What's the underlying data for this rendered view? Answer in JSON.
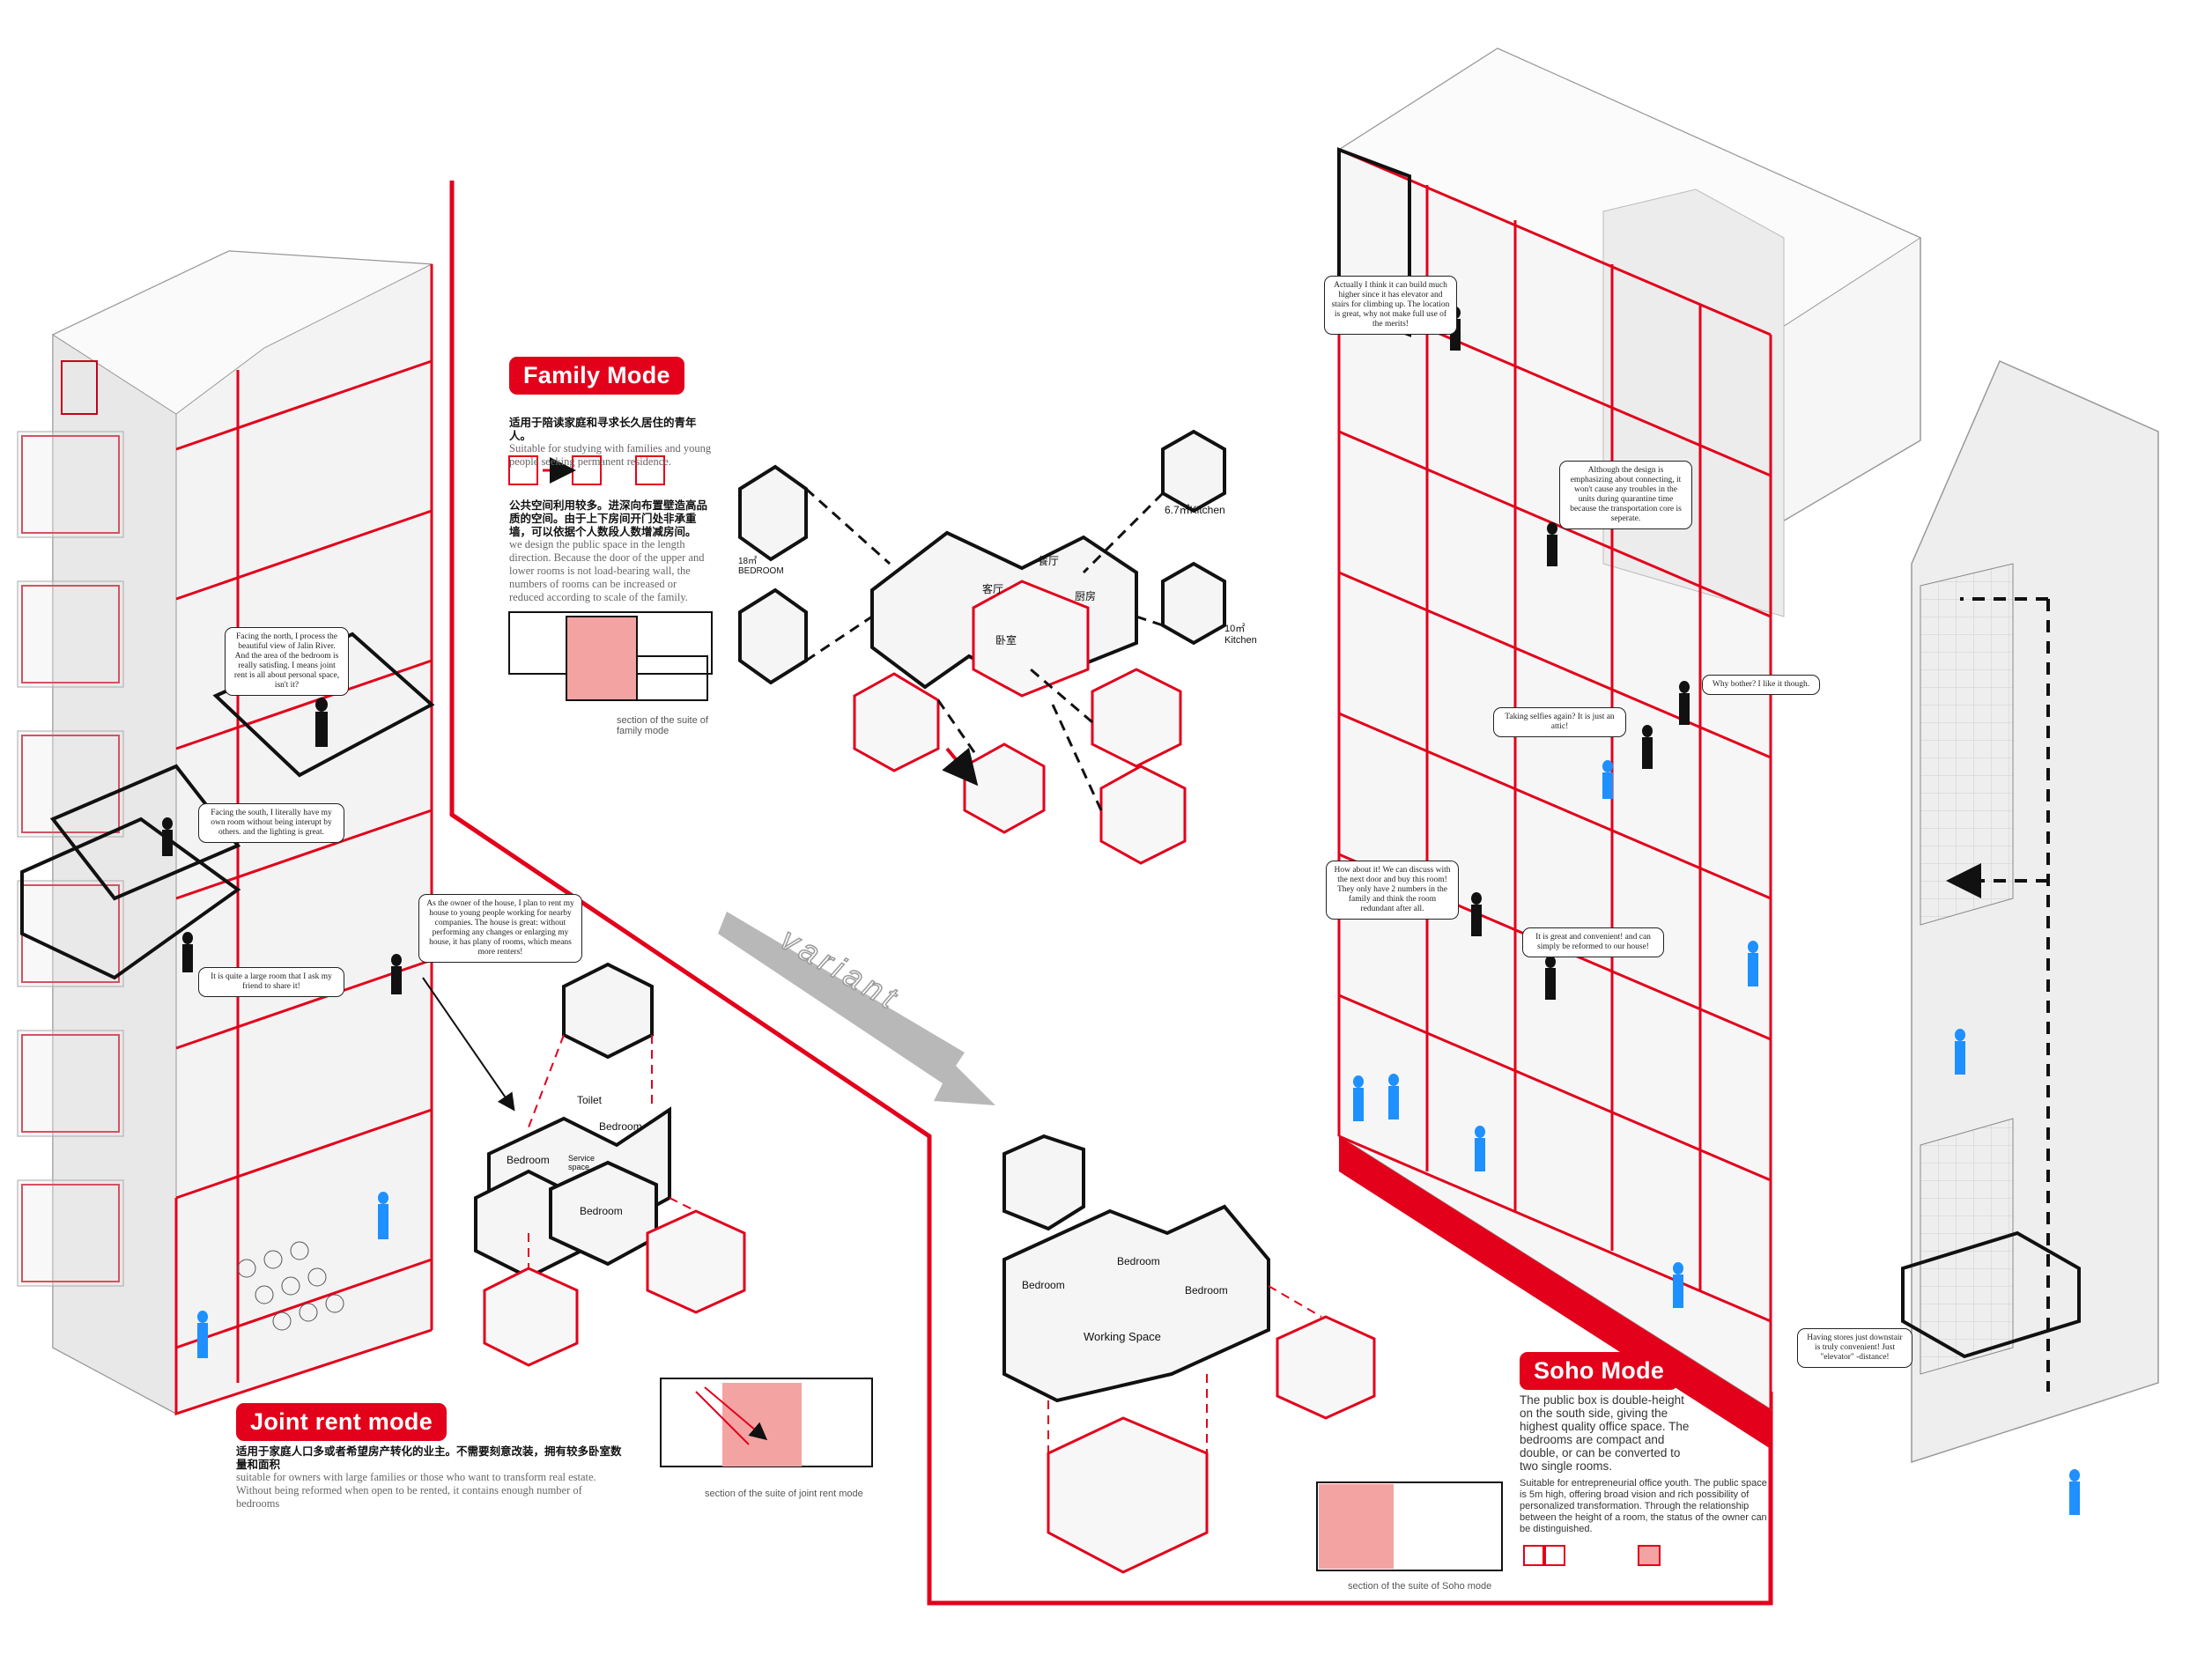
{
  "modes": {
    "family": {
      "title": "Family Mode",
      "cn_intro": "适用于陪读家庭和寻求长久居住的青年人。",
      "en_intro": "Suitable for studying with families and young people seeking permanent residence.",
      "cn_body": "公共空间利用较多。进深向布置壁造高品质的空间。由于上下房间开门处非承重墙，可以依据个人数段人数增减房间。",
      "en_body": "we design the public space in the length direction. Because the door of the upper and lower rooms is not load-bearing wall, the numbers of rooms can be increased or reduced according to scale of the family.",
      "section_caption": "section of the suite of family mode"
    },
    "joint": {
      "title": "Joint rent mode",
      "cn_body": "适用于家庭人口多或者希望房产转化的业主。不需要刻意改装，拥有较多卧室数量和面积",
      "en_body": "suitable for owners with large families or those who want to transform real estate. Without being reformed when open to be rented, it contains enough number of bedrooms",
      "section_caption": "section of the suite of joint rent mode"
    },
    "soho": {
      "title": "Soho Mode",
      "body": "The public box is double-height on the south side, giving the highest quality office space. The bedrooms are compact and double, or can be converted to two single rooms.",
      "body2": "Suitable for entrepreneurial office youth.  The public space is 5m high, offering broad vision and rich possibility of personalized transformation. Through the relationship between the height of a room, the status of the owner can be distinguished.",
      "section_caption": "section of the suite of Soho mode"
    }
  },
  "variant_label": "variant",
  "room_labels": {
    "family_bedroom": "18㎡ BEDROOM",
    "family_kitchen_small": "6.7㎡Kitchen",
    "family_kitchen_large": "10㎡ Kitchen",
    "family_living": "客厅",
    "family_dining": "餐厅",
    "family_kitchen_cn": "厨房",
    "family_bed_cn": "卧室",
    "joint_toilet": "Toilet",
    "joint_bedroom_a": "Bedroom",
    "joint_bedroom_b": "Bedroom",
    "joint_bedroom_c": "Bedroom",
    "joint_service": "Service space",
    "soho_bedroom_a": "Bedroom",
    "soho_bedroom_b": "Bedroom",
    "soho_bedroom_c": "Bedroom",
    "soho_working": "Working Space"
  },
  "bubbles": {
    "north": "Facing the north, I process the beautiful view of Jalin River. And the area of the bedroom is really satisfing. I means joint rent is all about personal space, isn't it?",
    "south": "Facing the south, I literally have my own room without being interupt by others. and the lighting is great.",
    "owner": "As the owner of the house, I plan to rent my house to young people working for nearby companies. The house is great: without performing any changes or enlarging my house, it has plany of rooms, which means more renters!",
    "large_room": "It is quite a large room that I ask my friend to share it!",
    "build_higher": "Actually I think it can build much higher since it has elevator and stairs for climbing up. The location is great, why not make full use of the merits!",
    "connecting": "Although the design is emphasizing about connecting, it won't cause any troubles in the units during quarantine time because the transportation core is seperate.",
    "selfies": "Taking selfies again? It is just an attic!",
    "why_bother": "Why bother? I like it though.",
    "discuss": "How about it! We can discuss with the next door and buy this room! They only have 2 numbers in the family and think the room redundant after all.",
    "great": "It is great and convenient! and can simply be reformed to our house!",
    "stores": "Having stores just downstair is truly convenient! Just \"elevator\" -distance!"
  },
  "colors": {
    "accent": "#e3001b",
    "pink_fill": "#f4a3a3",
    "black_outline": "#111111",
    "figure_blue": "#1e90ff",
    "white_volume": "#f4f4f4",
    "grey_shade": "#d9d9d9",
    "arrow_grey": "#b8b8b8"
  }
}
